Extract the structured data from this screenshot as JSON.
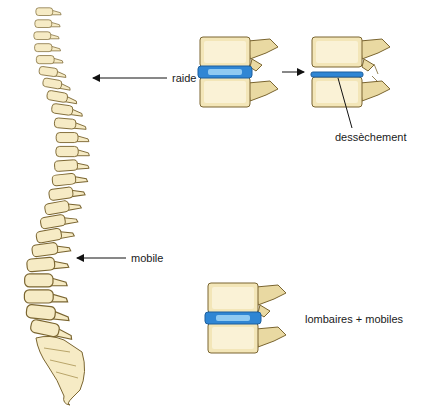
{
  "diagram": {
    "labels": [
      "raide",
      "mobile",
      "dessèchement",
      "lombaires + mobiles"
    ]
  }
}
